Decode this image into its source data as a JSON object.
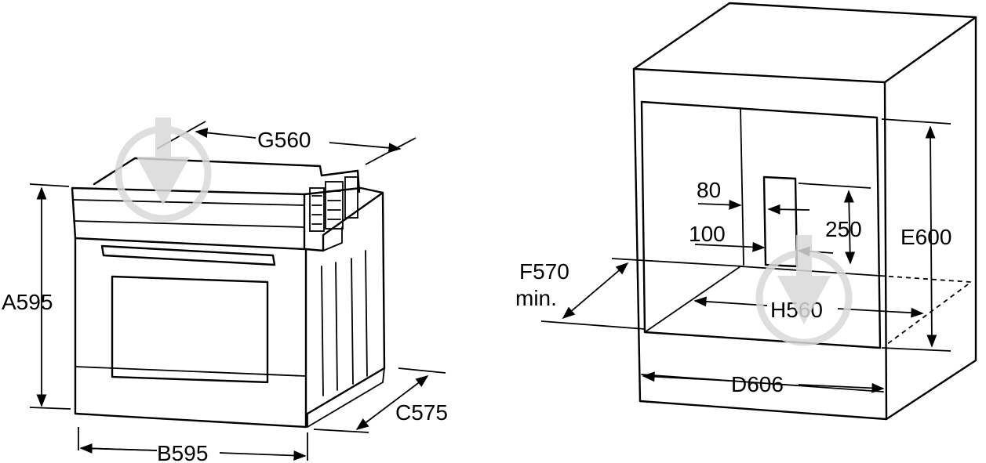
{
  "dimensions": {
    "a": "A595",
    "b": "B595",
    "c": "C575",
    "g": "G560",
    "e": "E600",
    "d": "D606",
    "f_line1": "F570",
    "f_line2": "min.",
    "h": "H560",
    "opening_80": "80",
    "opening_100": "100",
    "opening_250": "250"
  },
  "colors": {
    "stroke": "#000000",
    "watermark": "#d9d9d9"
  },
  "icons": {
    "watermark": "download-arrow-icon"
  }
}
